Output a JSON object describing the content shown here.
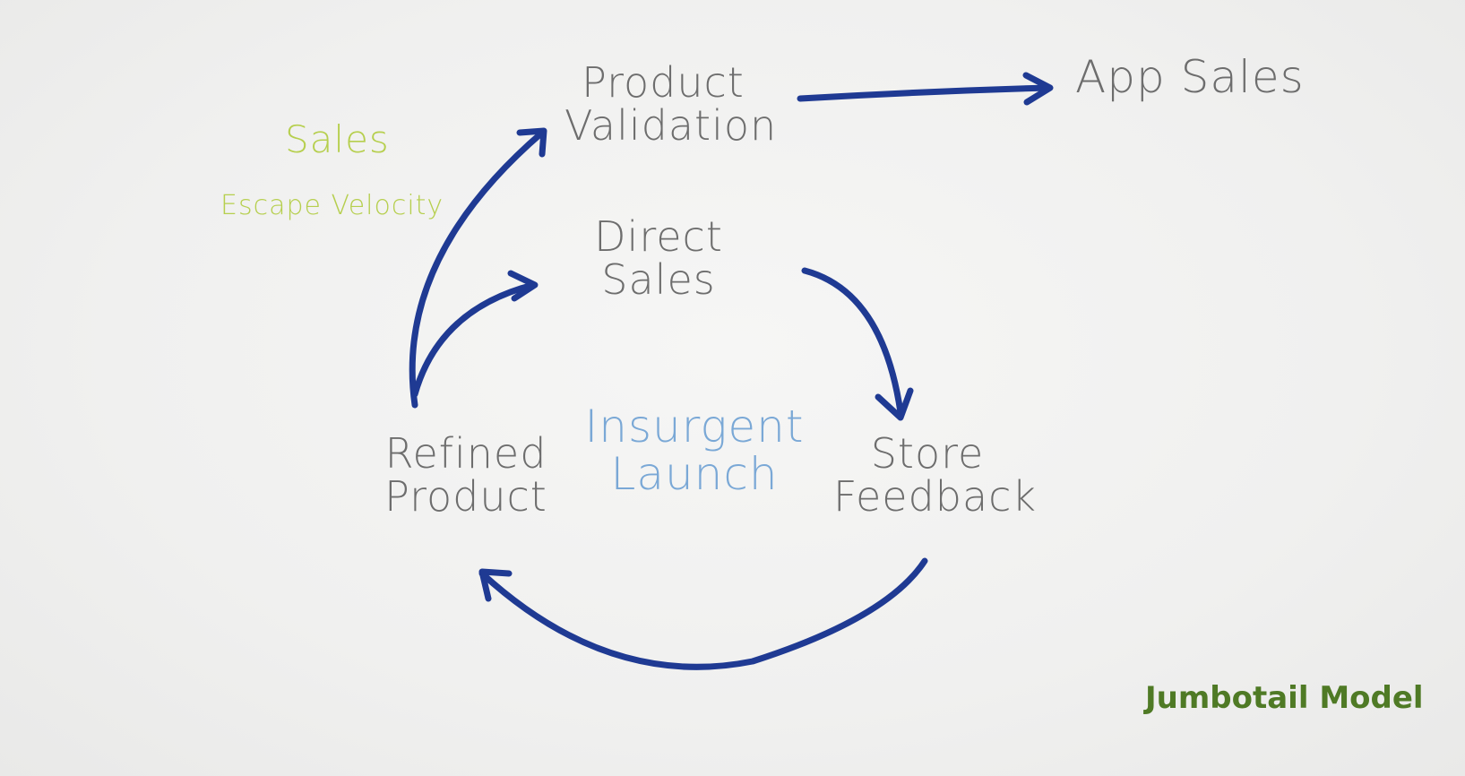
{
  "nodes": {
    "product_validation": [
      "Product",
      "Validation"
    ],
    "app_sales": "App Sales",
    "direct_sales": [
      "Direct",
      "Sales"
    ],
    "refined_product": [
      "Refined",
      "Product"
    ],
    "store_feedback": [
      "Store",
      "Feedback"
    ]
  },
  "center_label": [
    "Insurgent",
    "Launch"
  ],
  "annotations": {
    "sales": "Sales",
    "escape_velocity": "Escape Velocity"
  },
  "title": "Jumbotail Model",
  "colors": {
    "arrow": "#1f3a93",
    "node_text": "#6d6d6d",
    "center_text": "#7aa8d6",
    "annotation_text": "#b6cf4e",
    "title_text": "#4f7a25"
  }
}
